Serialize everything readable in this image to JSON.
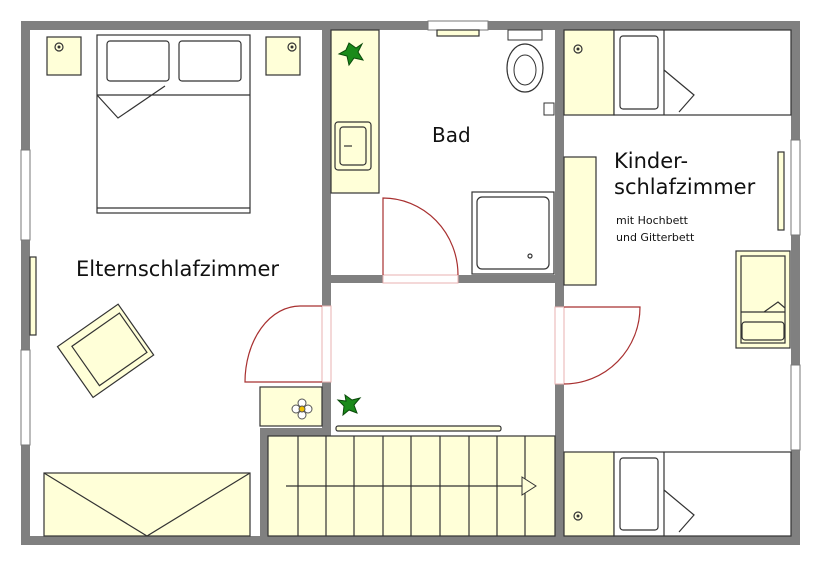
{
  "rooms": {
    "parents": "Elternschlafzimmer",
    "bath": "Bad",
    "kids_line1": "Kinder-",
    "kids_line2": "schlafzimmer",
    "kids_note1": "mit Hochbett",
    "kids_note2": "und Gitterbett"
  },
  "colors": {
    "wall": "#808080",
    "furniture": "#ffffd8",
    "door": "#a83030",
    "plant": "#1a8a1a"
  }
}
